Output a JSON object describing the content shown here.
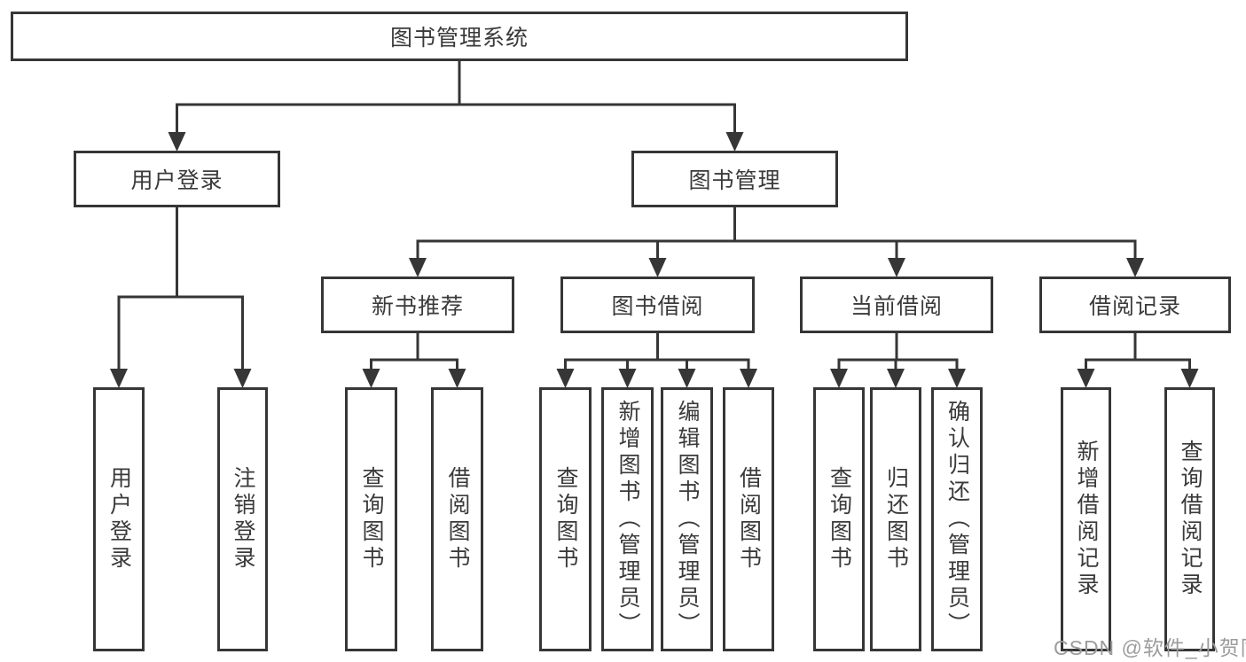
{
  "diagram": {
    "nodes": [
      {
        "id": "library-management-system",
        "label": "图书管理系统",
        "orientation": "h"
      },
      {
        "id": "user-login-branch",
        "label": "用户登录",
        "orientation": "h"
      },
      {
        "id": "book-management",
        "label": "图书管理",
        "orientation": "h"
      },
      {
        "id": "new-book-recommendation",
        "label": "新书推荐",
        "orientation": "h"
      },
      {
        "id": "book-borrowing",
        "label": "图书借阅",
        "orientation": "h"
      },
      {
        "id": "current-borrowing",
        "label": "当前借阅",
        "orientation": "h"
      },
      {
        "id": "borrowing-records",
        "label": "借阅记录",
        "orientation": "h"
      },
      {
        "id": "user-login",
        "label": "用户登录",
        "orientation": "v"
      },
      {
        "id": "logout",
        "label": "注销登录",
        "orientation": "v"
      },
      {
        "id": "query-books-recommend",
        "label": "查询图书",
        "orientation": "v"
      },
      {
        "id": "borrow-books-recommend",
        "label": "借阅图书",
        "orientation": "v"
      },
      {
        "id": "query-books-borrow",
        "label": "查询图书",
        "orientation": "v"
      },
      {
        "id": "add-book-admin",
        "label": "新增图书（管理员）",
        "orientation": "v"
      },
      {
        "id": "edit-book-admin",
        "label": "编辑图书（管理员）",
        "orientation": "v"
      },
      {
        "id": "borrow-books-borrow",
        "label": "借阅图书",
        "orientation": "v"
      },
      {
        "id": "query-books-current",
        "label": "查询图书",
        "orientation": "v"
      },
      {
        "id": "return-books",
        "label": "归还图书",
        "orientation": "v"
      },
      {
        "id": "confirm-return-admin",
        "label": "确认归还（管理员）",
        "orientation": "v"
      },
      {
        "id": "add-borrow-record",
        "label": "新增借阅记录",
        "orientation": "v"
      },
      {
        "id": "query-borrow-record",
        "label": "查询借阅记录",
        "orientation": "v"
      }
    ]
  },
  "watermark": {
    "text": "CSDN @软件_小贺同学"
  },
  "colors": {
    "line": "#363636",
    "box_border": "#363636",
    "box_bg": "#ffffff",
    "text": "#3a3a3a",
    "background": "#ffffff",
    "watermark": "#9c9c9c"
  }
}
